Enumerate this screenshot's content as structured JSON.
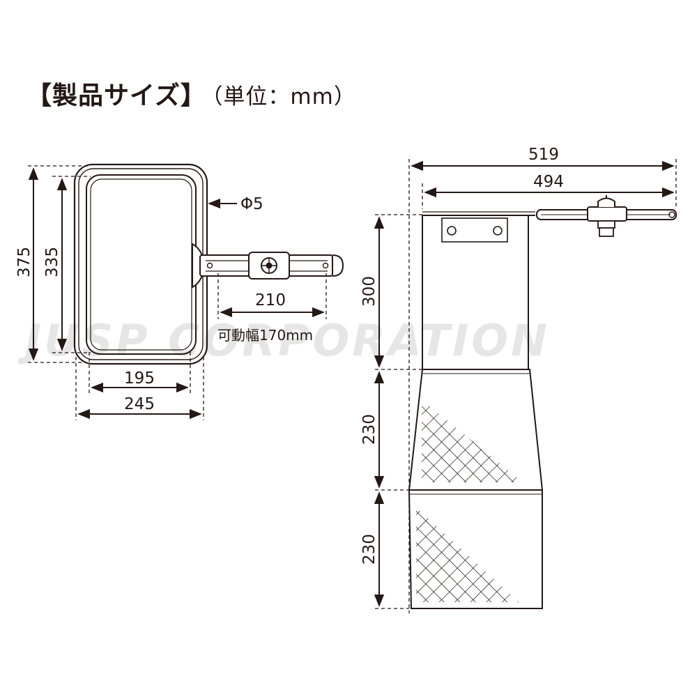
{
  "title": {
    "main": "【製品サイズ】",
    "unit": "（単位：mm）"
  },
  "watermark": "JUSP CORPORATION",
  "top_view": {
    "height_outer": "375",
    "height_inner": "335",
    "width_inner": "195",
    "width_outer": "245",
    "rod_diameter": "Φ5",
    "arm_length": "210",
    "adjustable_range": "可動幅170mm"
  },
  "side_view": {
    "total_width": "519",
    "arm_width": "494",
    "upper_height": "300",
    "middle_height": "230",
    "lower_height": "230"
  },
  "colors": {
    "line": "#231815",
    "watermark": "#e6e6e6",
    "background": "#ffffff"
  }
}
